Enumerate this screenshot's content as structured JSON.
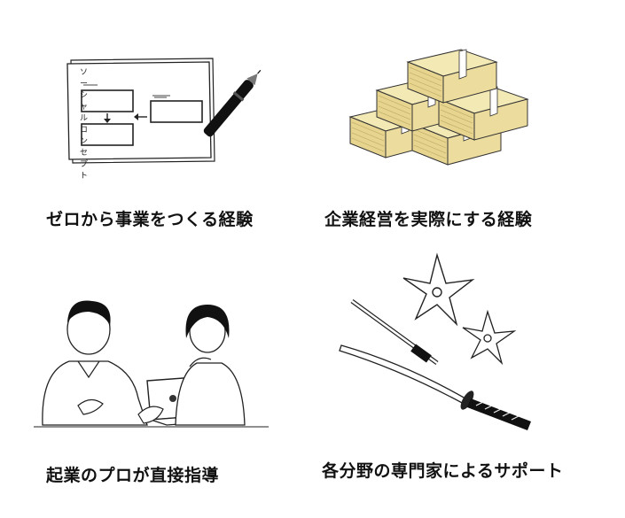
{
  "features": [
    {
      "caption": "ゼロから事業をつくる経験",
      "icon": "business-plan-document-icon",
      "document_heading": "ソーシャルコンセプト"
    },
    {
      "caption": "企業経営を実際にする経験",
      "icon": "money-stacks-icon"
    },
    {
      "caption": "起業のプロが直接指導",
      "icon": "mentoring-people-icon"
    },
    {
      "caption": "各分野の専門家によるサポート",
      "icon": "ninja-weapons-icon"
    }
  ],
  "colors": {
    "money": "#efe3a6",
    "money_dark": "#d9c77e",
    "ink": "#111111",
    "band": "#ffffff"
  }
}
